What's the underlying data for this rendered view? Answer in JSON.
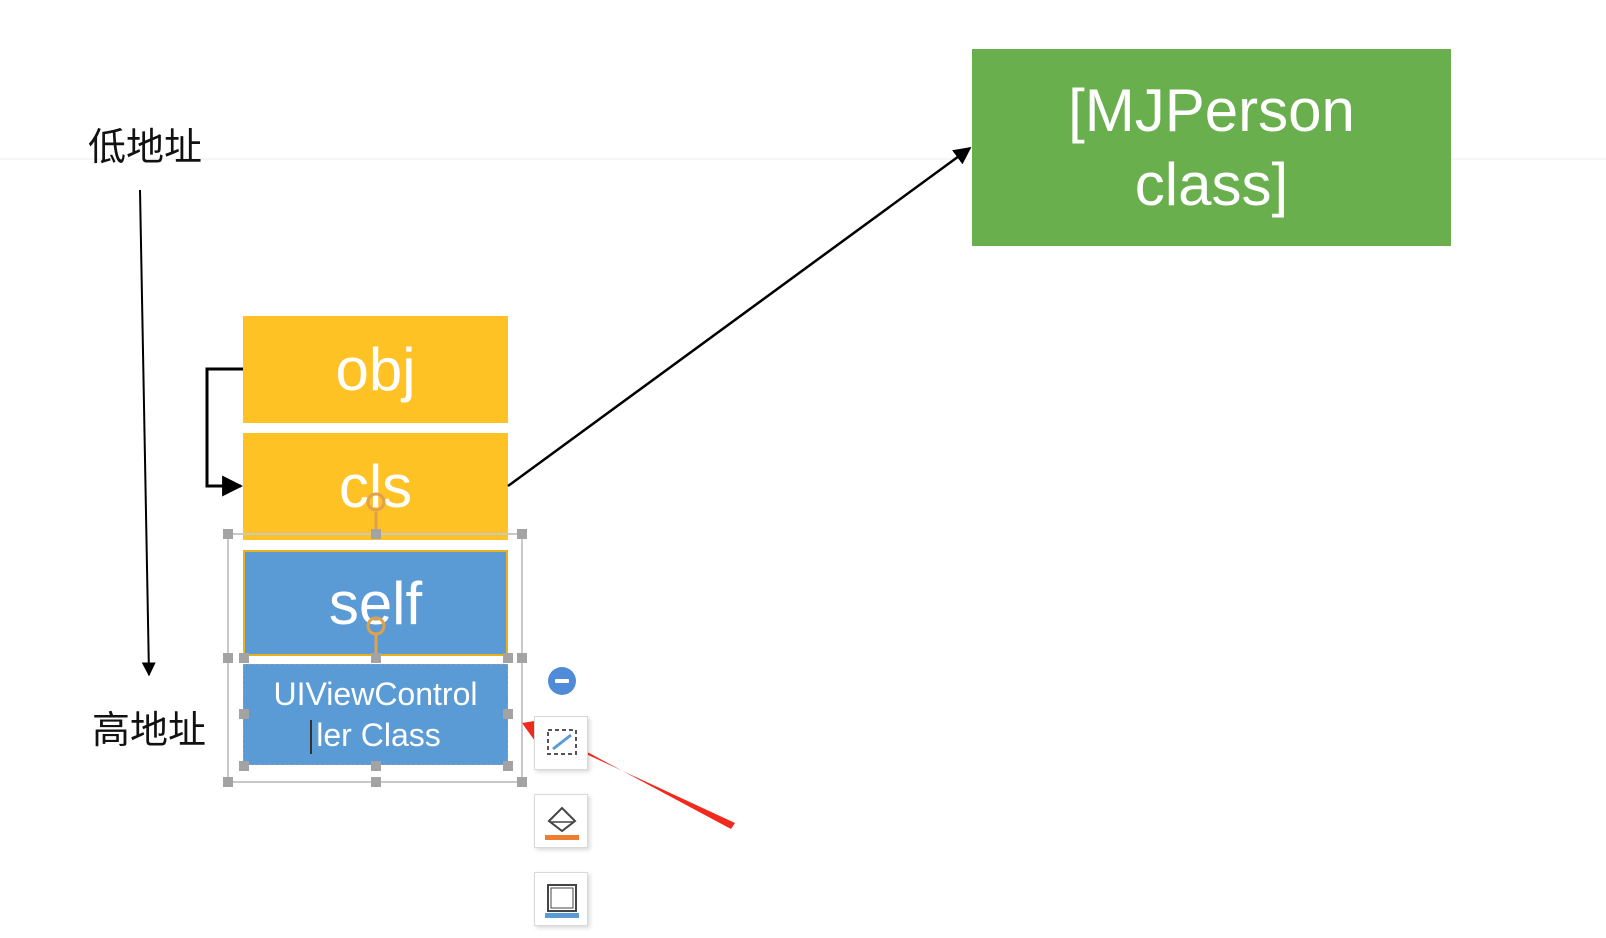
{
  "labels": {
    "low_address": "低地址",
    "high_address": "高地址"
  },
  "boxes": {
    "obj": "obj",
    "cls": "cls",
    "self": "self",
    "vc_line1": "UIViewControl",
    "vc_line2": "ler Class",
    "mjperson_line1": "[MJPerson",
    "mjperson_line2": "class]"
  },
  "colors": {
    "yellow": "#fec224",
    "blue": "#5b9bd5",
    "green": "#6aaf4d",
    "red_arrow": "#f02a1c",
    "selection_handle": "#a3a3a3"
  },
  "toolbar_icons": [
    "remove-icon",
    "crop-icon",
    "fill-color-icon",
    "border-color-icon"
  ]
}
